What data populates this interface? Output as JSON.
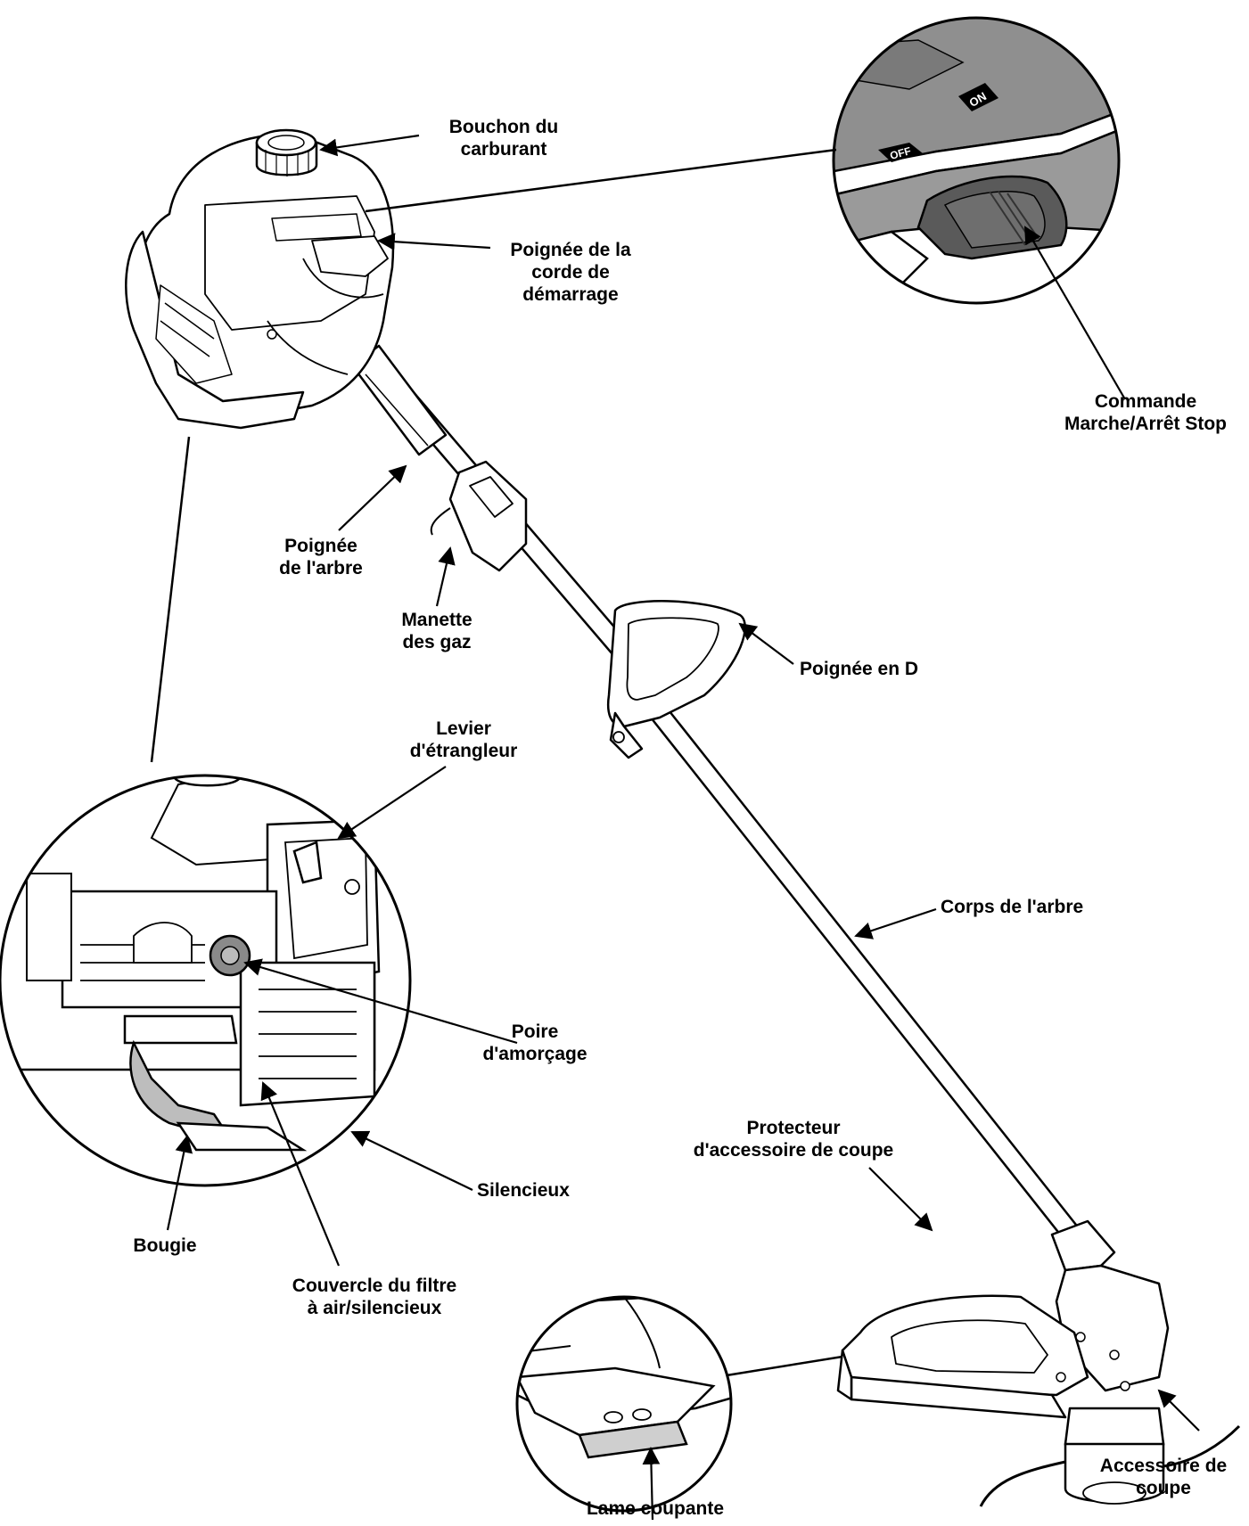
{
  "labels": {
    "fuel_cap": [
      "Bouchon du",
      "carburant"
    ],
    "starter_rope": [
      "Poignée de la",
      "corde de",
      "démarrage"
    ],
    "on_off_switch": [
      "Commande",
      "Marche/Arrêt Stop"
    ],
    "shaft_handle": [
      "Poignée",
      "de l'arbre"
    ],
    "throttle": [
      "Manette",
      "des gaz"
    ],
    "d_handle": [
      "Poignée en D"
    ],
    "choke_lever": [
      "Levier",
      "d'étrangleur"
    ],
    "primer_bulb": [
      "Poire",
      "d'amorçage"
    ],
    "shaft_body": [
      "Corps de l'arbre"
    ],
    "muffler": [
      "Silencieux"
    ],
    "spark_plug": [
      "Bougie"
    ],
    "air_filter_cover": [
      "Couvercle du filtre",
      "à air/silencieux"
    ],
    "guard": [
      "Protecteur",
      "d'accessoire de coupe"
    ],
    "blade": [
      "Lame coupante"
    ],
    "cutting_head": [
      "Accessoire de",
      "coupe"
    ]
  },
  "switch_text": {
    "on": "ON",
    "off": "OFF"
  }
}
